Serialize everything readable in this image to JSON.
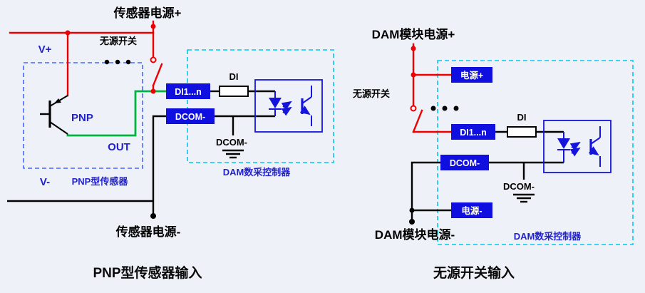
{
  "colors": {
    "background": "#eef2f8",
    "wire_red": "#ee0000",
    "wire_green": "#00b43e",
    "wire_black": "#000000",
    "terminal_block_blue": "#0f0fe0",
    "label_blue": "#2222cc",
    "sensor_box_dash_blue": "#4466ff",
    "controller_box_dash_cyan": "#00c8f0"
  },
  "left_diagram": {
    "top_power_label": "传感器电源+",
    "passive_switch_label": "无源开关",
    "v_plus_label": "V+",
    "pnp_label": "PNP",
    "out_label": "OUT",
    "v_minus_label": "V-",
    "sensor_box_caption": "PNP型传感器",
    "di_channel_block": "DI1...n",
    "dcom_block": "DCOM-",
    "di_resistor_label": "DI",
    "dcom_ground_label": "DCOM-",
    "controller_caption": "DAM数采控制器",
    "bottom_power_label": "传感器电源-",
    "title": "PNP型传感器输入"
  },
  "right_diagram": {
    "top_power_label": "DAM模块电源+",
    "passive_switch_label": "无源开关",
    "power_plus_block": "电源+",
    "di_channel_block": "DI1...n",
    "di_resistor_label": "DI",
    "dcom_block": "DCOM-",
    "dcom_ground_label": "DCOM-",
    "power_minus_block": "电源-",
    "bottom_power_label": "DAM模块电源-",
    "controller_caption": "DAM数采控制器",
    "title": "无源开关输入"
  }
}
